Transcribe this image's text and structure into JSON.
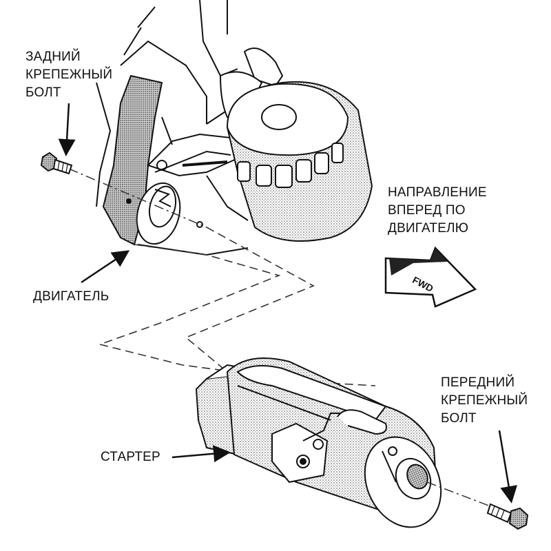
{
  "labels": {
    "rear_bolt": [
      "ЗАДНИЙ",
      "КРЕПЕЖНЫЙ",
      "БОЛТ"
    ],
    "direction": [
      "НАПРАВЛЕНИЕ",
      "ВПЕРЕД ПО",
      "ДВИГАТЕЛЮ"
    ],
    "engine": "ДВИГАТЕЛЬ",
    "front_bolt": [
      "ПЕРЕДНИЙ",
      "КРЕПЕЖНЫЙ",
      "БОЛТ"
    ],
    "starter": "СТАРТЕР"
  },
  "fwd_arrow": {
    "text": "FWD"
  },
  "colors": {
    "ink": "#111111",
    "shade": "#9a9a9a",
    "paper": "#ffffff"
  }
}
